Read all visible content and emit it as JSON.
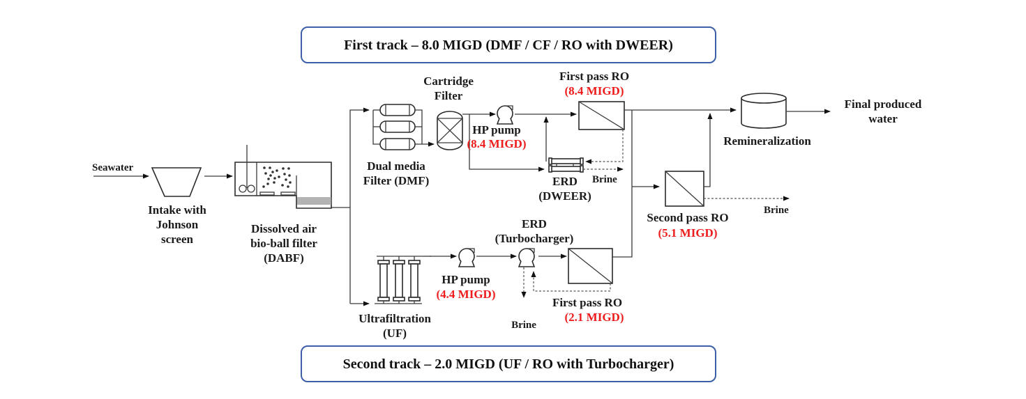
{
  "tracks": {
    "first": "First track – 8.0 MIGD (DMF / CF / RO with DWEER)",
    "second": "Second track – 2.0 MIGD (UF / RO with Turbocharger)"
  },
  "colors": {
    "flow_rate": "#ee1c1c",
    "track_border": "#3d5fa8"
  },
  "labels": {
    "seawater": "Seawater",
    "intake": [
      "Intake with",
      "Johnson",
      "screen"
    ],
    "dabf": [
      "Dissolved air",
      "bio-ball filter",
      "(DABF)"
    ],
    "dmf": [
      "Dual media",
      "Filter (DMF)"
    ],
    "cartridge": [
      "Cartridge",
      "Filter"
    ],
    "hp_pump_1": "HP pump",
    "hp_pump_1_flow": "(8.4 MIGD)",
    "first_pass_ro_1": "First pass RO",
    "first_pass_ro_1_flow": "(8.4 MIGD)",
    "erd_dweer": [
      "ERD",
      "(DWEER)"
    ],
    "brine_1": "Brine",
    "second_pass_ro": "Second pass RO",
    "second_pass_ro_flow": "(5.1 MIGD)",
    "brine_2": "Brine",
    "remineralization": "Remineralization",
    "final_water": [
      "Final produced",
      "water"
    ],
    "uf": [
      "Ultrafiltration",
      "(UF)"
    ],
    "hp_pump_2": "HP pump",
    "hp_pump_2_flow": "(4.4 MIGD)",
    "erd_turbo": [
      "ERD",
      "(Turbocharger)"
    ],
    "brine_3": "Brine",
    "first_pass_ro_2": "First pass RO",
    "first_pass_ro_2_flow": "(2.1 MIGD)"
  }
}
